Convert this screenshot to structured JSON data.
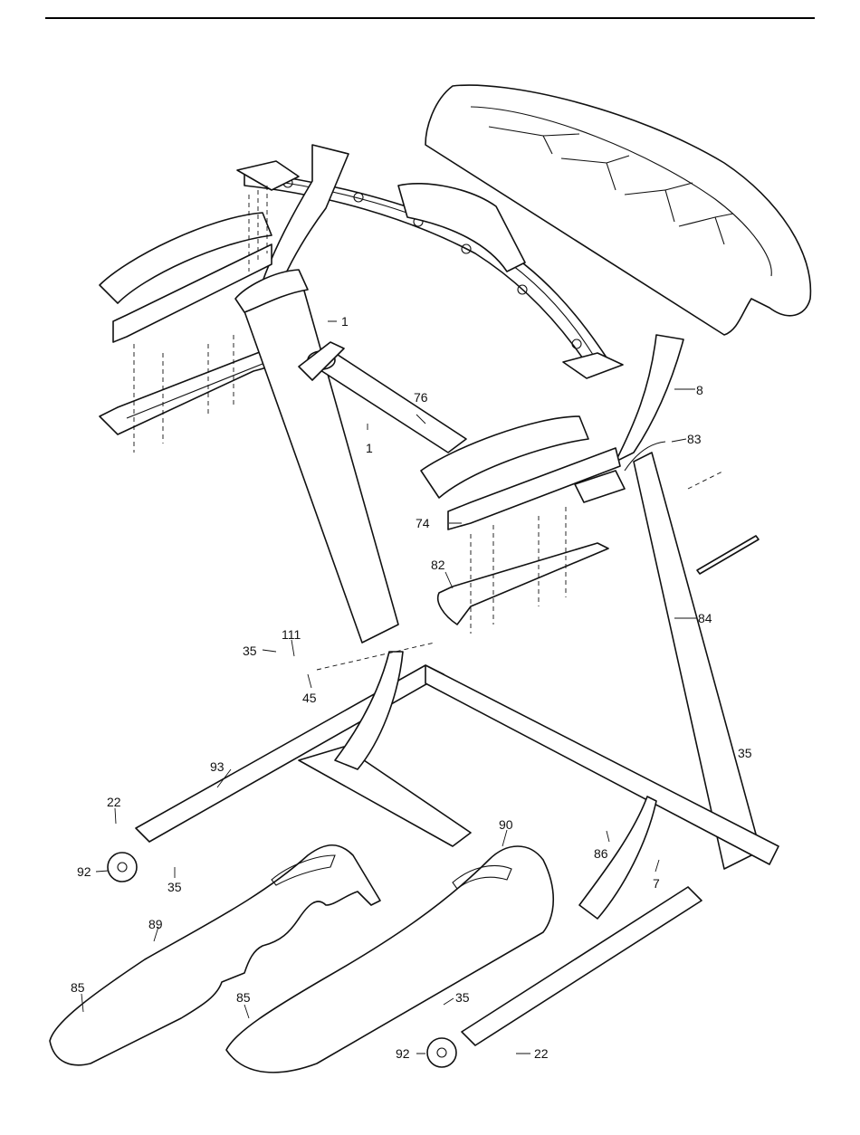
{
  "labels": {
    "l1a": "1",
    "l1b": "1",
    "l8": "8",
    "l76": "76",
    "l83": "83",
    "l74": "74",
    "l82": "82",
    "l84": "84",
    "l111": "111",
    "l35a": "35",
    "l45": "45",
    "l35b": "35",
    "l93": "93",
    "l22a": "22",
    "l92a": "92",
    "l35c": "35",
    "l90": "90",
    "l86": "86",
    "l7": "7",
    "l89": "89",
    "l85a": "85",
    "l85b": "85",
    "l35d": "35",
    "l92b": "92",
    "l22b": "22"
  }
}
